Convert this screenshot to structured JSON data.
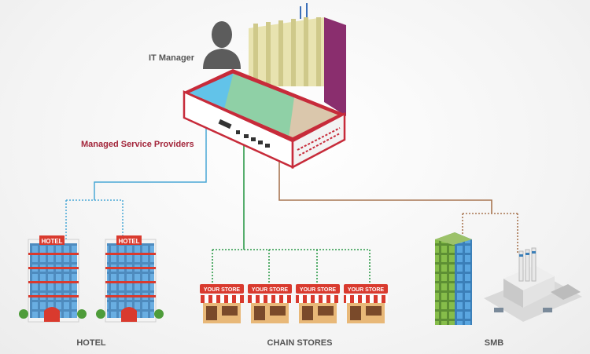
{
  "labels": {
    "it_manager": "IT Manager",
    "msp": "Managed Service Providers",
    "hotel": "HOTEL",
    "chain_stores": "CHAIN STORES",
    "smb": "SMB"
  },
  "signs": {
    "hotel": "HOTEL",
    "store": "YOUR STORE"
  },
  "colors": {
    "msp_text": "#a3263b",
    "label_text": "#555555",
    "hotel_line": "#4aa8d6",
    "store_line": "#2e9b4a",
    "smb_line": "#a87652",
    "device_red": "#c72b3a",
    "store_red": "#d93a2e"
  }
}
